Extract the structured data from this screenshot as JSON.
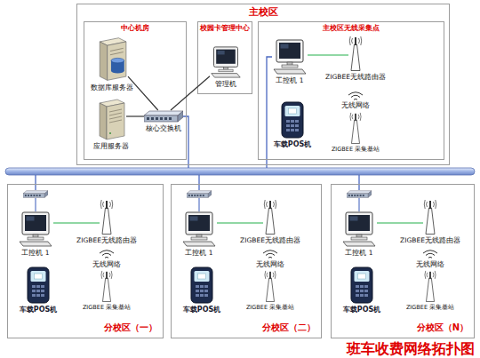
{
  "diagram": {
    "caption": "班车收费网络拓扑图",
    "nodes": [
      {
        "text": [
          "主校区"
        ]
      },
      {
        "text": [
          "中心机房"
        ],
        "in": 0
      },
      {
        "text": [
          "数据库服务器"
        ],
        "in": 1
      },
      {
        "text": [
          "应用服务器"
        ],
        "in": 1
      },
      {
        "text": [
          "核心交换机"
        ],
        "in": 1
      },
      {
        "text": [
          "校园卡管理中心"
        ],
        "in": 0
      },
      {
        "text": [
          "管理机"
        ],
        "in": 5
      },
      {
        "text": [
          "主校区无线采集点"
        ],
        "in": 0
      },
      {
        "text": [
          "工控机 1"
        ],
        "in": 7
      },
      {
        "text": [
          "ZIGBEE无线路由器"
        ],
        "in": 7
      },
      {
        "text": [
          "ZIGBEE 采集基站"
        ],
        "in": 7
      },
      {
        "text": [
          "车载POS机"
        ],
        "in": 7
      },
      {
        "text": [
          "分校区（一）"
        ]
      },
      {
        "text": [
          "工控机 1"
        ],
        "in": 12
      },
      {
        "text": [
          "ZIGBEE无线路由器"
        ],
        "in": 12
      },
      {
        "text": [
          "ZIGBEE 采集基站"
        ],
        "in": 12
      },
      {
        "text": [
          "车载POS机"
        ],
        "in": 12
      },
      {
        "text": [
          "分校区（二）"
        ]
      },
      {
        "text": [
          "工控机 1"
        ],
        "in": 17
      },
      {
        "text": [
          "ZIGBEE无线路由器"
        ],
        "in": 17
      },
      {
        "text": [
          "ZIGBEE 采集基站"
        ],
        "in": 17
      },
      {
        "text": [
          "车载POS机"
        ],
        "in": 17
      },
      {
        "text": [
          "分校区（N）"
        ]
      },
      {
        "text": [
          "工控机 1"
        ],
        "in": 22
      },
      {
        "text": [
          "ZIGBEE无线路由器"
        ],
        "in": 22
      },
      {
        "text": [
          "ZIGBEE 采集基站"
        ],
        "in": 22
      },
      {
        "text": [
          "车载POS机"
        ],
        "in": 22
      }
    ],
    "edges": [
      {
        "from": 4,
        "to": 2,
        "arrow": "none"
      },
      {
        "from": 4,
        "to": 3,
        "arrow": "none"
      },
      {
        "from": 4,
        "to": 6,
        "arrow": "none"
      },
      {
        "from": 8,
        "to": 9,
        "arrow": "none"
      },
      {
        "from": 13,
        "to": 14,
        "arrow": "none"
      },
      {
        "from": 18,
        "to": 19,
        "arrow": "none"
      },
      {
        "from": 23,
        "to": 24,
        "arrow": "none"
      }
    ],
    "labels": [
      "无线网络",
      "无线网络",
      "无线网络",
      "无线网络"
    ]
  }
}
